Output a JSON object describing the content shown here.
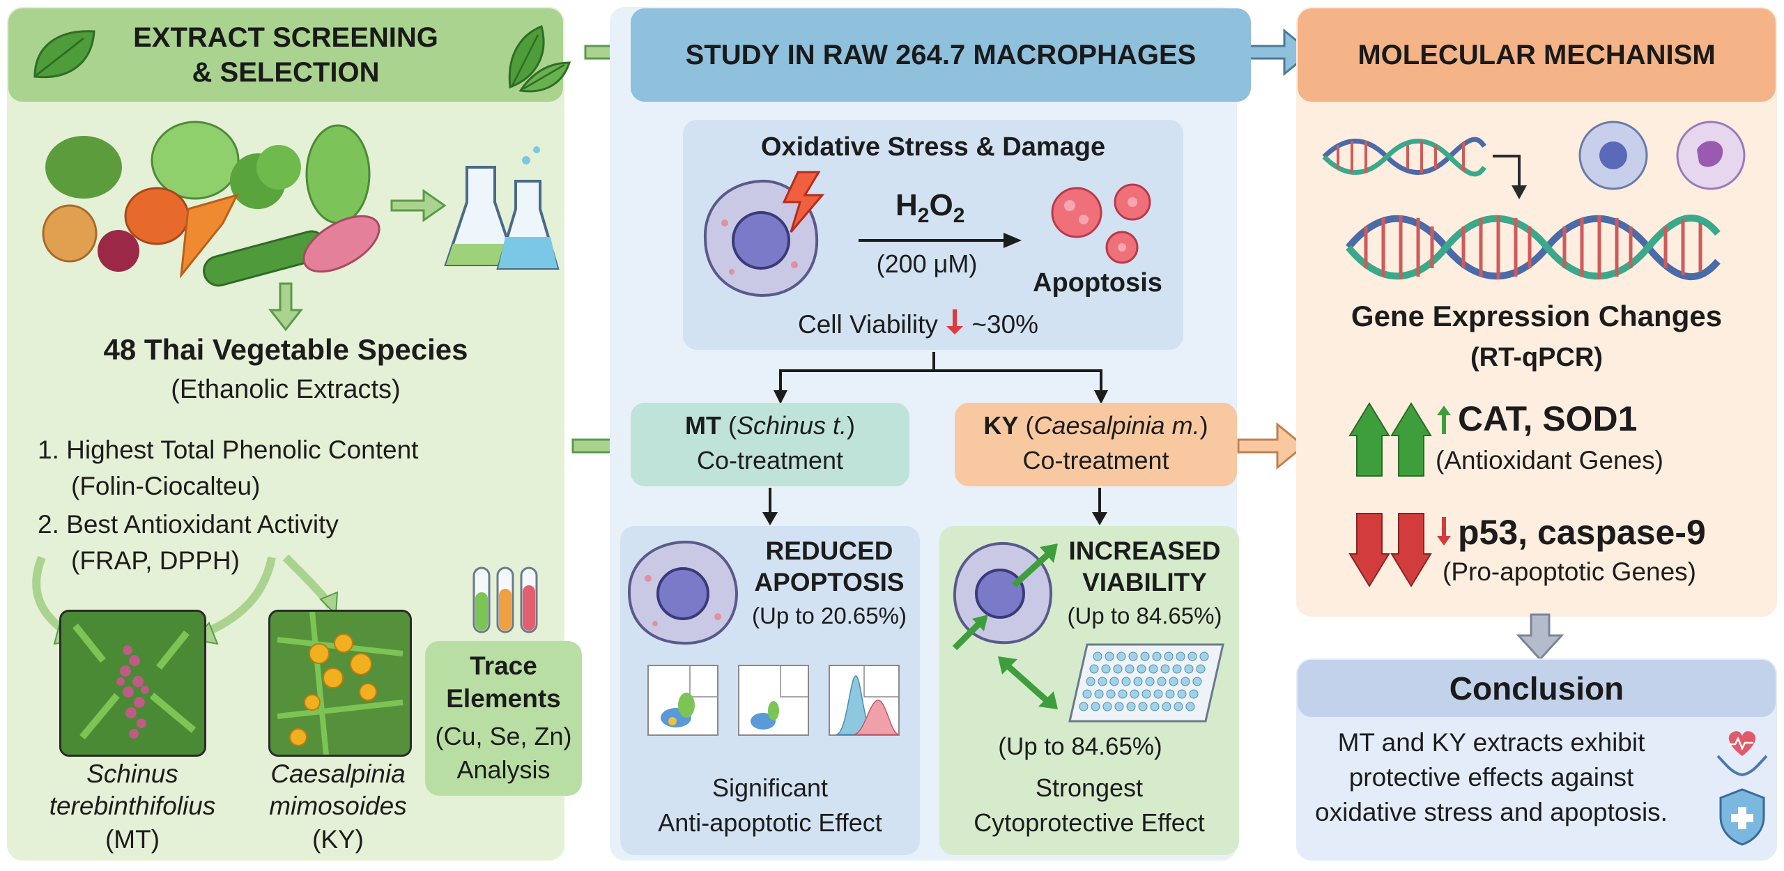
{
  "left": {
    "header": {
      "line1": "EXTRACT SCREENING",
      "line2": "& SELECTION"
    },
    "species_title": "48 Thai Vegetable Species",
    "species_sub": "(Ethanolic Extracts)",
    "criteria": [
      {
        "line1": "1. Highest Total Phenolic Content",
        "line2": "(Folin-Ciocalteu)"
      },
      {
        "line1": "2. Best Antioxidant Activity",
        "line2": "(FRAP, DPPH)"
      }
    ],
    "mt_name": {
      "line1": "Schinus",
      "line2": "terebinthifolius",
      "abbr": "(MT)"
    },
    "ky_name": {
      "line1": "Caesalpinia",
      "line2": "mimosoides",
      "abbr": "(KY)"
    },
    "trace": {
      "line1": "Trace",
      "line2": "Elements",
      "line3": "(Cu, Se, Zn)",
      "line4": "Analysis"
    }
  },
  "middle": {
    "header": "STUDY IN RAW 264.7 MACROPHAGES",
    "stress_title": "Oxidative Stress & Damage",
    "h2o2_main": "H",
    "h2o2_sub1": "2",
    "h2o2_mid": "O",
    "h2o2_sub2": "2",
    "dose": "(200 μM)",
    "apoptosis": "Apoptosis",
    "viability_label": "Cell Viability",
    "viability_value": "~30%",
    "mt": {
      "abbr": "MT",
      "paren_open": "(",
      "species": "Schinus t.",
      "paren_close": ")",
      "line2": "Co-treatment"
    },
    "ky": {
      "abbr": "KY",
      "paren_open": "(",
      "species": "Caesalpinia m.",
      "paren_close": ")",
      "line2": "Co-treatment"
    },
    "mt_result": {
      "title1": "REDUCED",
      "title2": "APOPTOSIS",
      "sub": "(Up to 20.65%)",
      "caption1": "Significant",
      "caption2": "Anti-apoptotic Effect"
    },
    "ky_result": {
      "title1": "INCREASED",
      "title2": "VIABILITY",
      "sub": "(Up to 84.65%)",
      "sub2": "(Up to 84.65%)",
      "caption1": "Strongest",
      "caption2": "Cytoprotective Effect"
    }
  },
  "right": {
    "header": "MOLECULAR MECHANISM",
    "gene_title": "Gene Expression Changes",
    "gene_sub": "(RT-qPCR)",
    "up_genes": "CAT, SOD1",
    "up_desc": "(Antioxidant Genes)",
    "down_genes": "p53, caspase-9",
    "down_desc": "(Pro-apoptotic Genes)",
    "conclusion_title": "Conclusion",
    "conclusion_lines": [
      "MT and KY extracts exhibit",
      "protective effects against",
      "oxidative stress and apoptosis."
    ]
  },
  "colors": {
    "left_panel": "#e4f1d6",
    "left_header": "#a9d38e",
    "mid_panel": "#e8f1f9",
    "mid_header": "#8fc0dc",
    "right_panel": "#fdeee0",
    "right_header": "#f5b388",
    "mt_box": "#bfe3d9",
    "ky_box": "#f8c9a0",
    "arrow_green": "#3f9e3c",
    "arrow_red": "#d23c3c",
    "arrow_gray": "#b4bccb"
  }
}
